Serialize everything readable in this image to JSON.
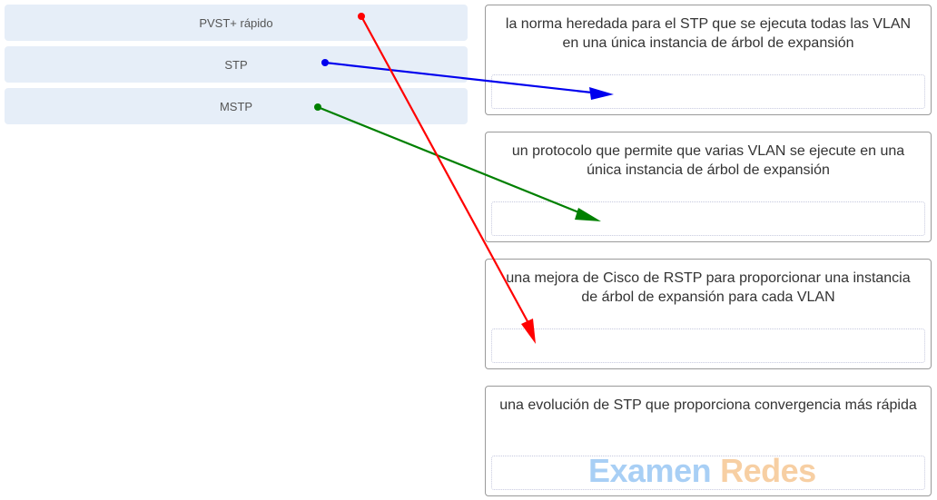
{
  "drag_items": [
    {
      "label": "PVST+ rápido"
    },
    {
      "label": "STP"
    },
    {
      "label": "MSTP"
    }
  ],
  "targets": [
    {
      "text": "la norma heredada para el STP que se ejecuta todas las VLAN en una única instancia de árbol de expansión"
    },
    {
      "text": "un protocolo que permite que varias VLAN se ejecute en una única instancia de árbol de expansión"
    },
    {
      "text": "una mejora de Cisco de RSTP para proporcionar una instancia de árbol de expansión para cada VLAN"
    },
    {
      "text": "una evolución de STP que proporciona convergencia más rápida"
    }
  ],
  "watermark": {
    "part1": "Examen",
    "part2": "Redes"
  },
  "arrows": [
    {
      "from": "PVST+ rápido",
      "to_target": 3,
      "color": "#ff0000"
    },
    {
      "from": "STP",
      "to_target": 1,
      "color": "#0000ee"
    },
    {
      "from": "MSTP",
      "to_target": 2,
      "color": "#008000"
    }
  ]
}
